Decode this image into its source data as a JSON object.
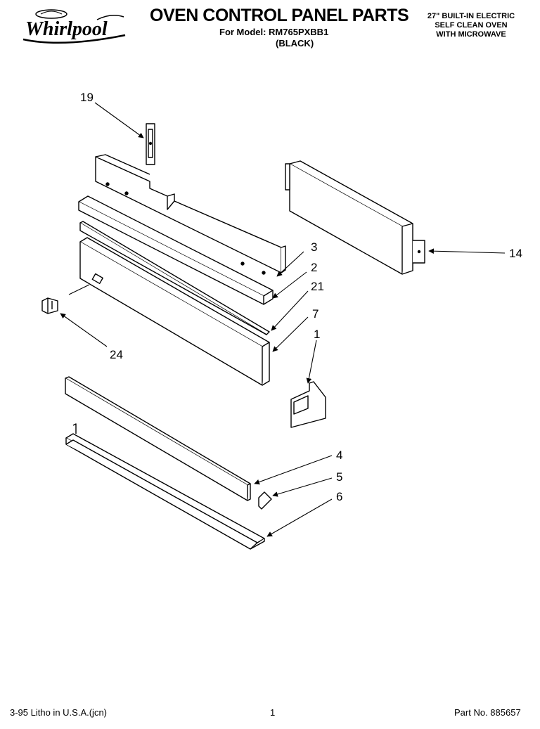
{
  "header": {
    "brand": "Whirlpool",
    "title": "OVEN CONTROL PANEL PARTS",
    "model_line": "For Model: RM765PXBB1",
    "finish": "(BLACK)",
    "description": [
      "27\" BUILT-IN ELECTRIC",
      "SELF CLEAN OVEN",
      "WITH MICROWAVE"
    ]
  },
  "callouts": [
    "19",
    "3",
    "2",
    "21",
    "7",
    "1",
    "14",
    "24",
    "4",
    "5",
    "6"
  ],
  "footer": {
    "date_litho": "3-95  Litho in U.S.A.(jcn)",
    "page": "1",
    "part_no": "Part No. 885657"
  }
}
